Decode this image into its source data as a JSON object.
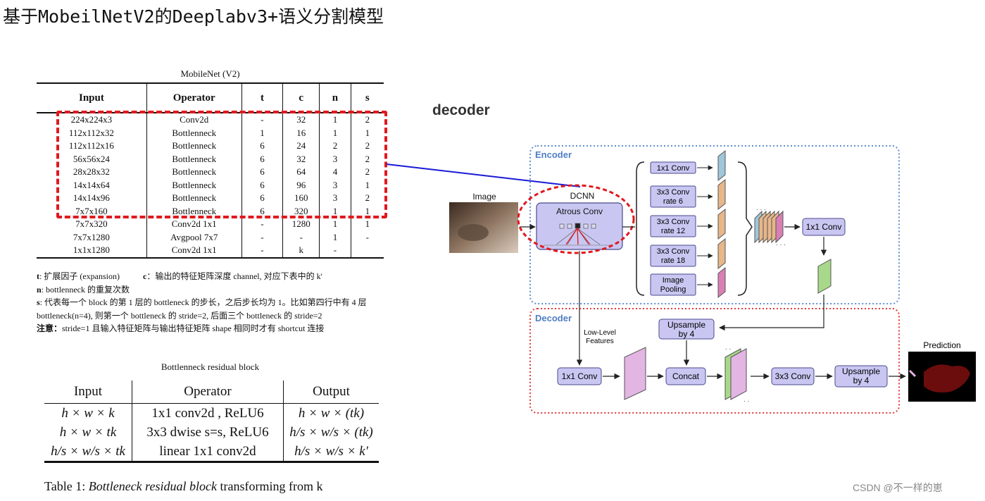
{
  "page_title": "基于MobeilNetV2的Deeplabv3+语义分割模型",
  "mobilenet": {
    "caption": "MobileNet (V2)",
    "headers": [
      "Input",
      "Operator",
      "t",
      "c",
      "n",
      "s"
    ],
    "rows": [
      [
        "224x224x3",
        "Conv2d",
        "-",
        "32",
        "1",
        "2"
      ],
      [
        "112x112x32",
        "Bottlenneck",
        "1",
        "16",
        "1",
        "1"
      ],
      [
        "112x112x16",
        "Bottlenneck",
        "6",
        "24",
        "2",
        "2"
      ],
      [
        "56x56x24",
        "Bottlenneck",
        "6",
        "32",
        "3",
        "2"
      ],
      [
        "28x28x32",
        "Bottlenneck",
        "6",
        "64",
        "4",
        "2"
      ],
      [
        "14x14x64",
        "Bottlenneck",
        "6",
        "96",
        "3",
        "1"
      ],
      [
        "14x14x96",
        "Bottlenneck",
        "6",
        "160",
        "3",
        "2"
      ],
      [
        "7x7x160",
        "Bottlenneck",
        "6",
        "320",
        "1",
        "1"
      ],
      [
        "7x7x320",
        "Conv2d 1x1",
        "-",
        "1280",
        "1",
        "1"
      ],
      [
        "7x7x1280",
        "Avgpool 7x7",
        "-",
        "-",
        "1",
        "-"
      ],
      [
        "1x1x1280",
        "Conv2d 1x1",
        "-",
        "k",
        "-",
        ""
      ]
    ]
  },
  "notes": {
    "t_key": "t",
    "t_text": ": 扩展因子 (expansion)",
    "c_key": "c",
    "c_text": "：输出的特征矩阵深度 channel, 对应下表中的 k'",
    "n_key": "n",
    "n_text": ": bottlenneck 的重复次数",
    "s_key": "s",
    "s_text": ": 代表每一个 block 的第 1 层的 bottleneck 的步长，之后步长均为 1。比如第四行中有 4 层",
    "s_text2": "bottleneck(n=4), 则第一个 bottleneck 的 stride=2, 后面三个 bottleneck 的 stride=2",
    "note_key": "注意：",
    "note_text": "stride=1 且输入特征矩阵与输出特征矩阵 shape 相同时才有 shortcut 连接"
  },
  "bottleneck": {
    "caption": "Bottlenneck residual block",
    "headers": [
      "Input",
      "Operator",
      "Output"
    ],
    "rows": [
      [
        "h × w × k",
        "1x1 conv2d , ReLU6",
        "h × w × (tk)"
      ],
      [
        "h × w × tk",
        "3x3 dwise s=s, ReLU6",
        "h/s × w/s × (tk)"
      ],
      [
        "h/s × w/s × tk",
        "linear 1x1 conv2d",
        "h/s × w/s × k′"
      ]
    ],
    "table_caption_prefix": "Table 1: ",
    "table_caption_italic": "Bottleneck residual block",
    "table_caption_suffix": " transforming from k"
  },
  "decoder_heading": "decoder",
  "diagram": {
    "encoder_label": "Encoder",
    "decoder_label": "Decoder",
    "image_label": "Image",
    "dcnn_label": "DCNN",
    "atrous_label": "Atrous Conv",
    "aspp": [
      [
        "1x1 Conv"
      ],
      [
        "3x3 Conv",
        "rate 6"
      ],
      [
        "3x3 Conv",
        "rate 12"
      ],
      [
        "3x3 Conv",
        "rate 18"
      ],
      [
        "Image",
        "Pooling"
      ]
    ],
    "enc_conv": "1x1 Conv",
    "low_level": [
      "Low-Level",
      "Features"
    ],
    "dec_conv": "1x1 Conv",
    "upsample1": [
      "Upsample",
      "by 4"
    ],
    "concat": "Concat",
    "dec_conv3": "3x3 Conv",
    "upsample2": [
      "Upsample",
      "by 4"
    ],
    "prediction": "Prediction"
  },
  "colors": {
    "red_dash": "#e0191e",
    "connector": "#1a1ad6",
    "box_fill": "#c9c7f2",
    "box_stroke": "#4a4a8c"
  },
  "watermark": "CSDN @不一样的崽"
}
